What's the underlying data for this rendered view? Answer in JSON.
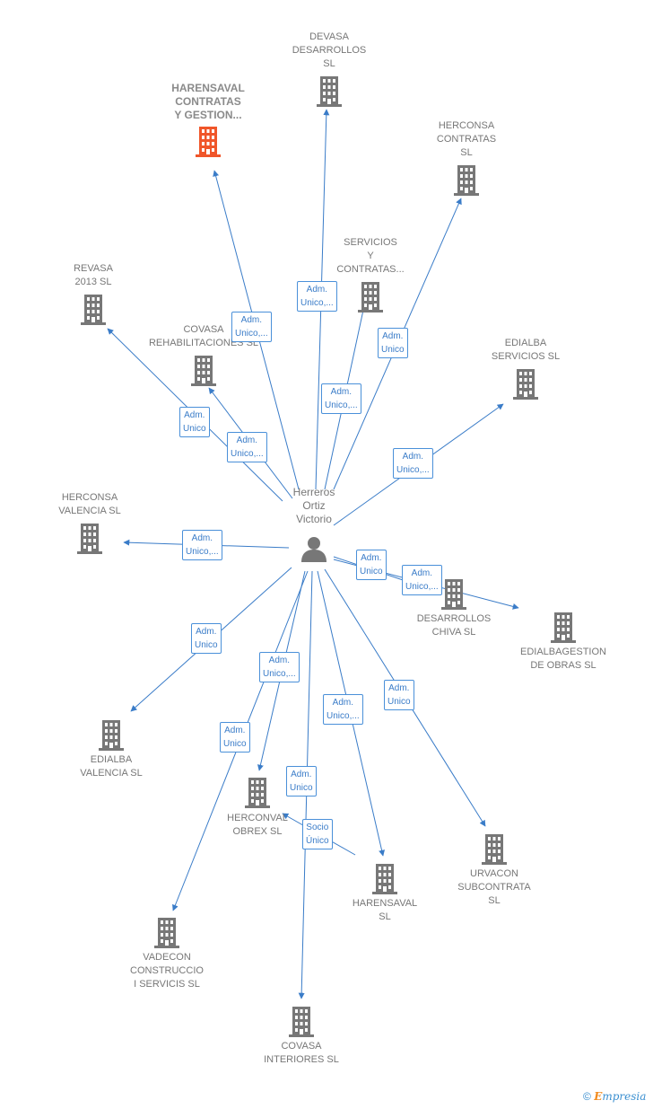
{
  "person": {
    "name": "Herreros\nOrtiz\nVictorio",
    "icon": "person-icon"
  },
  "colors": {
    "edge": "#3a7cc8",
    "building": "#777777",
    "building_highlight": "#f0562a"
  },
  "companies": [
    {
      "id": "harensaval-contratas",
      "label": "HARENSAVAL\nCONTRATAS\nY GESTION...",
      "highlight": true
    },
    {
      "id": "devasa-desarrollos",
      "label": "DEVASA\nDESARROLLOS\nSL"
    },
    {
      "id": "herconsa-contratas",
      "label": "HERCONSA\nCONTRATAS\nSL"
    },
    {
      "id": "servicios-contratas",
      "label": "SERVICIOS\nY\nCONTRATAS..."
    },
    {
      "id": "revasa-2013",
      "label": "REVASA\n2013 SL"
    },
    {
      "id": "covasa-rehabilitaciones",
      "label": "COVASA\nREHABILITACIONES SL"
    },
    {
      "id": "edialba-servicios",
      "label": "EDIALBA\nSERVICIOS SL"
    },
    {
      "id": "herconsa-valencia",
      "label": "HERCONSA\nVALENCIA SL"
    },
    {
      "id": "desarrollos-chiva",
      "label": "DESARROLLOS\nCHIVA SL"
    },
    {
      "id": "edialbagestion-obras",
      "label": "EDIALBAGESTION\nDE OBRAS SL"
    },
    {
      "id": "edialba-valencia",
      "label": "EDIALBA\nVALENCIA SL"
    },
    {
      "id": "herconval-obrex",
      "label": "HERCONVAL\nOBREX SL"
    },
    {
      "id": "urvacon-subcontrata",
      "label": "URVACON\nSUBCONTRATA\nSL"
    },
    {
      "id": "harensaval",
      "label": "HARENSAVAL\nSL"
    },
    {
      "id": "vadecon-construccio",
      "label": "VADECON\nCONSTRUCCIO\nI SERVICIS SL"
    },
    {
      "id": "covasa-interiores",
      "label": "COVASA\nINTERIORES SL"
    }
  ],
  "relations": [
    {
      "from": "person",
      "to": "harensaval-contratas",
      "label": "Adm.\nUnico,..."
    },
    {
      "from": "person",
      "to": "devasa-desarrollos",
      "label": "Adm.\nUnico,..."
    },
    {
      "from": "person",
      "to": "herconsa-contratas",
      "label": "Adm.\nUnico"
    },
    {
      "from": "person",
      "to": "servicios-contratas",
      "label": "Adm.\nUnico,..."
    },
    {
      "from": "person",
      "to": "revasa-2013",
      "label": "Adm.\nUnico"
    },
    {
      "from": "person",
      "to": "covasa-rehabilitaciones",
      "label": "Adm.\nUnico,..."
    },
    {
      "from": "person",
      "to": "edialba-servicios",
      "label": "Adm.\nUnico,..."
    },
    {
      "from": "person",
      "to": "herconsa-valencia",
      "label": "Adm.\nUnico,..."
    },
    {
      "from": "person",
      "to": "desarrollos-chiva",
      "label": "Adm.\nUnico"
    },
    {
      "from": "person",
      "to": "edialbagestion-obras",
      "label": "Adm.\nUnico,..."
    },
    {
      "from": "person",
      "to": "edialba-valencia",
      "label": "Adm.\nUnico"
    },
    {
      "from": "person",
      "to": "herconval-obrex",
      "label": "Adm.\nUnico,..."
    },
    {
      "from": "person",
      "to": "vadecon-construccio",
      "label": "Adm.\nUnico"
    },
    {
      "from": "person",
      "to": "covasa-interiores",
      "label": "Adm.\nUnico"
    },
    {
      "from": "person",
      "to": "harensaval",
      "label": "Adm.\nUnico,..."
    },
    {
      "from": "person",
      "to": "urvacon-subcontrata",
      "label": "Adm.\nUnico"
    },
    {
      "from": "harensaval",
      "to": "herconval-obrex",
      "label": "Socio\nÚnico"
    }
  ],
  "footer": {
    "copyright": "©",
    "brand_first": "E",
    "brand_rest": "mpresia"
  }
}
